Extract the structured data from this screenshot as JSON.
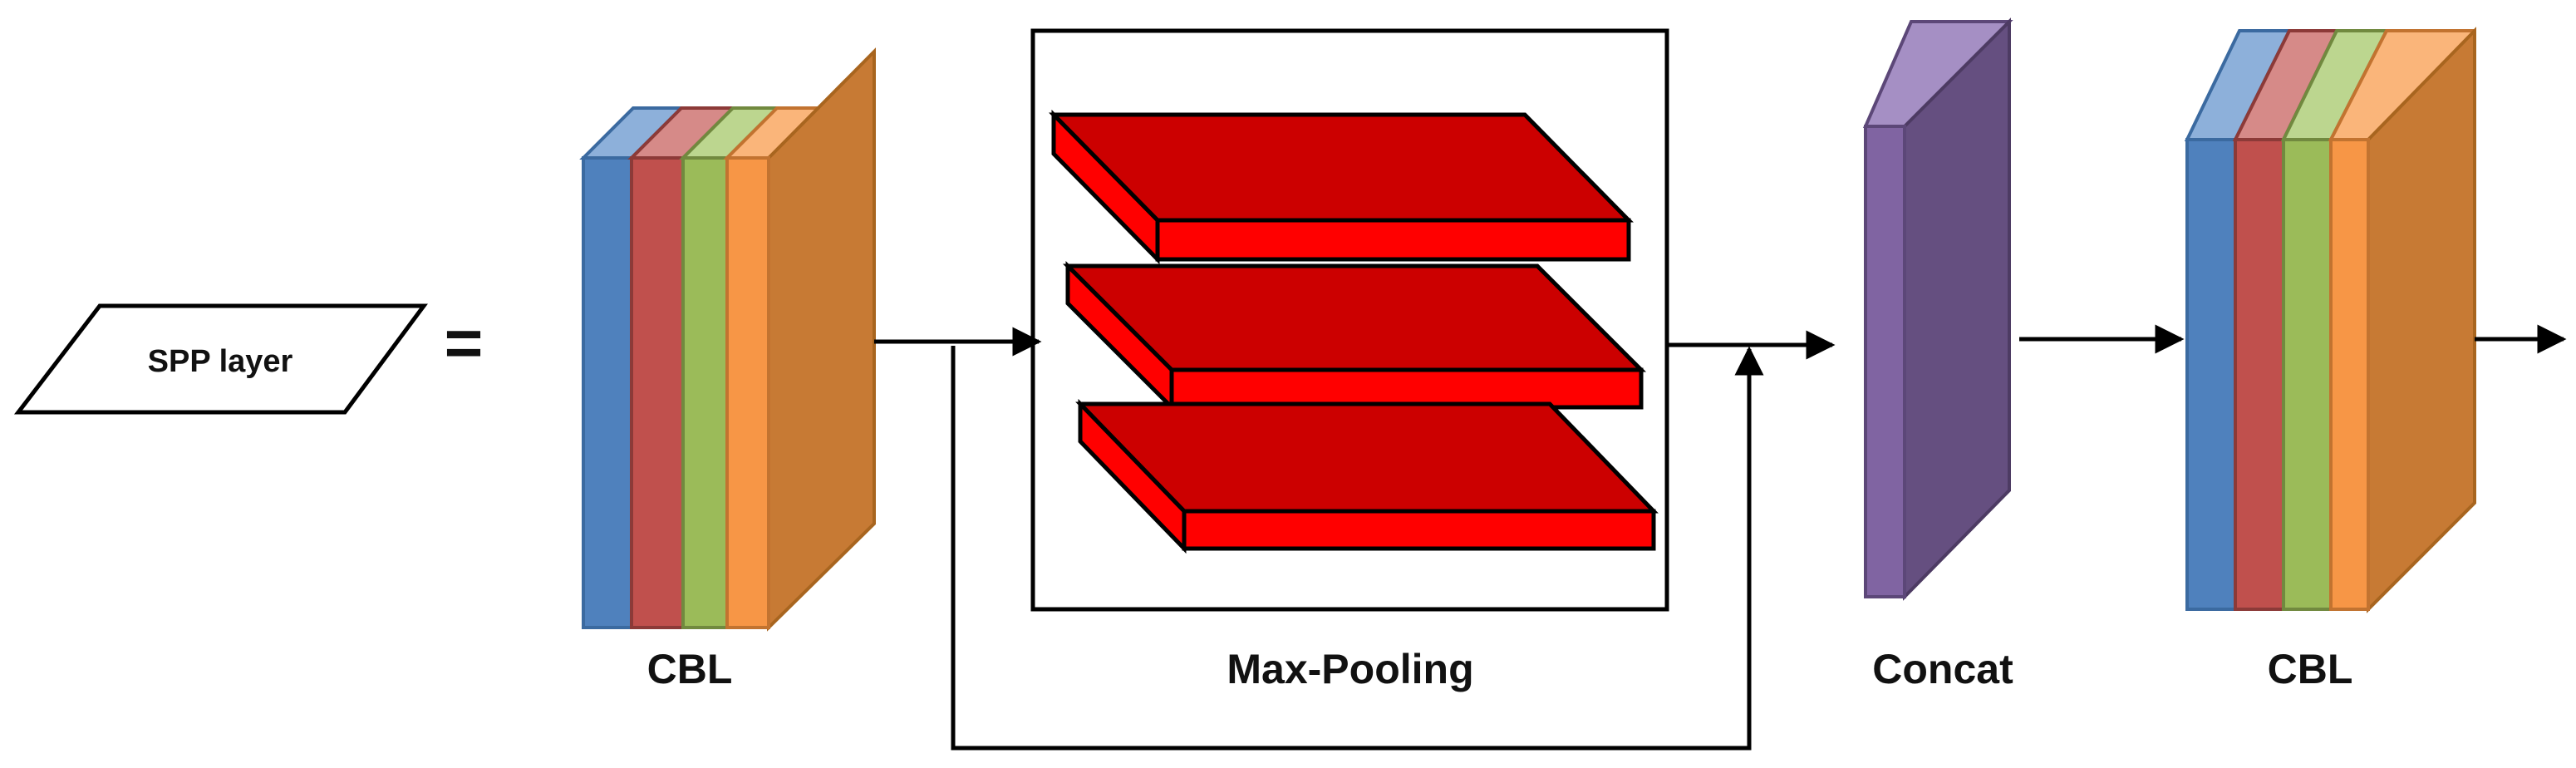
{
  "legend": {
    "label": "SPP layer",
    "equals": "="
  },
  "blocks": {
    "cbl_in": {
      "label": "CBL"
    },
    "maxpool": {
      "label": "Max-Pooling"
    },
    "concat": {
      "label": "Concat"
    },
    "cbl_out": {
      "label": "CBL"
    }
  },
  "colors": {
    "layer_blue": "#4f81bd",
    "layer_red": "#c0504d",
    "layer_green": "#9bbb59",
    "layer_orange": "#f79646",
    "layer_side": "#c77a34",
    "pool_top": "#cc0000",
    "pool_front": "#ff0000",
    "concat_front": "#8064a2",
    "concat_side": "#654f80",
    "line": "#000000"
  }
}
